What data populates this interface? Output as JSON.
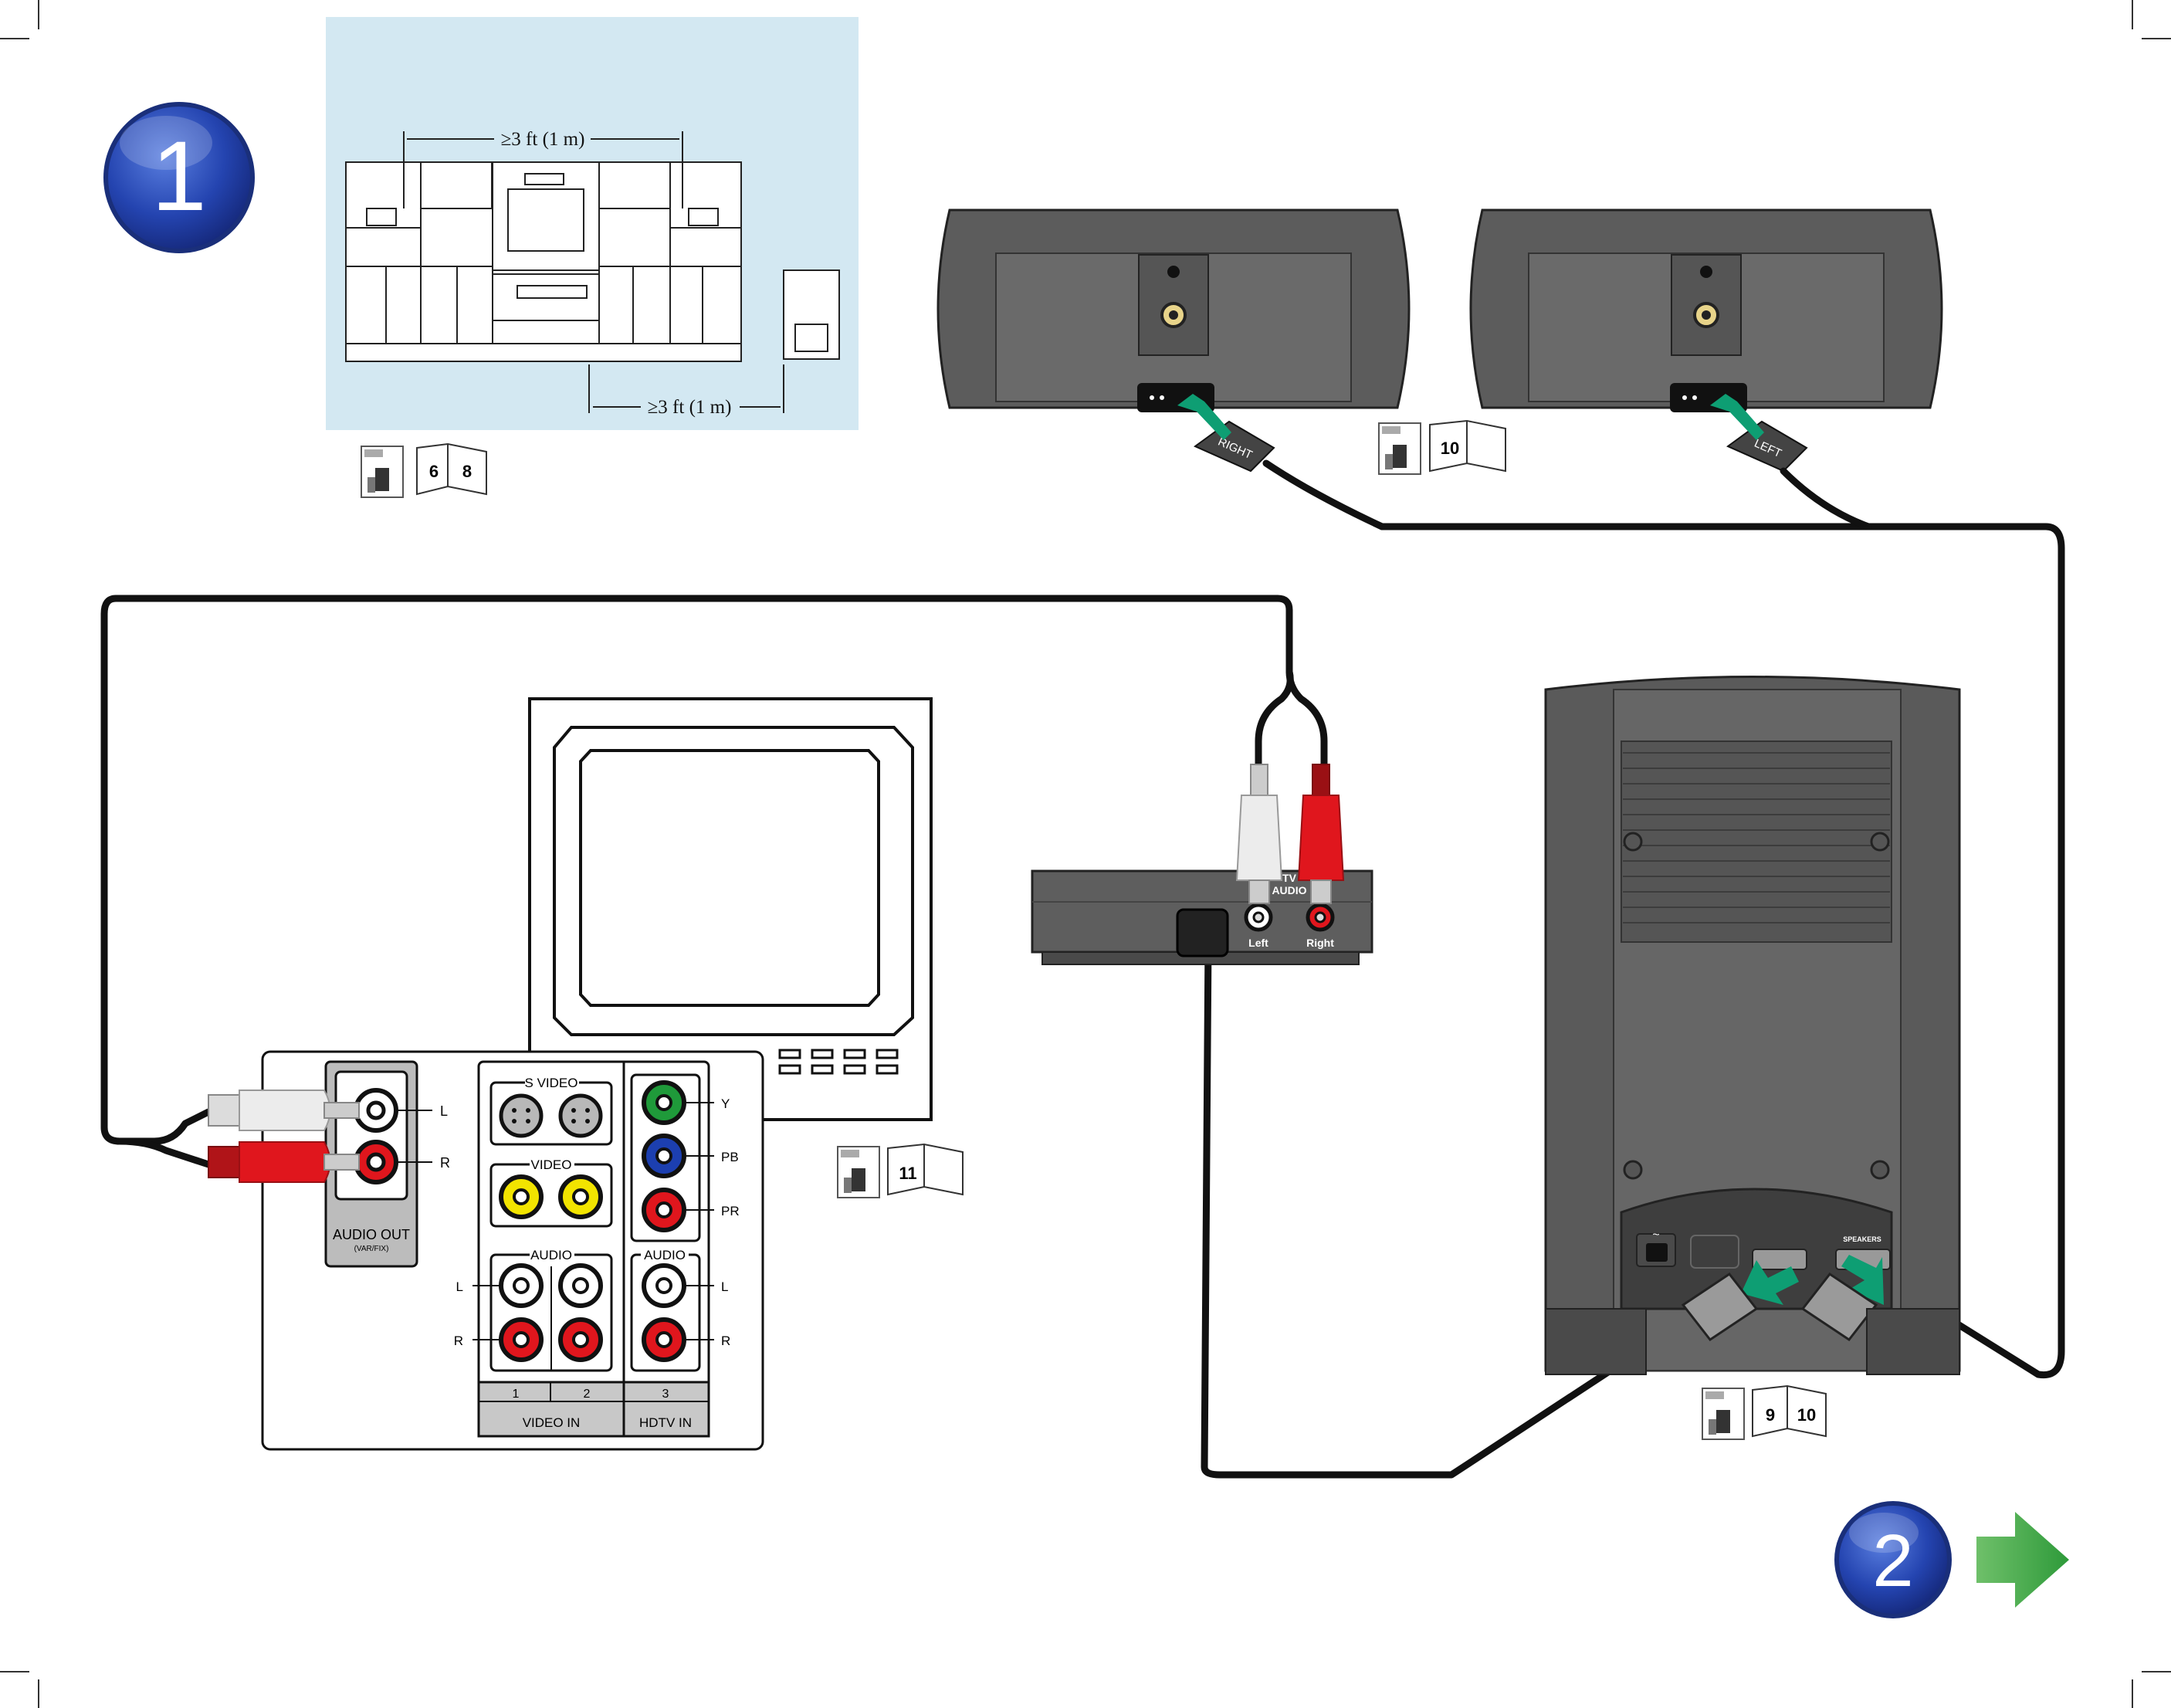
{
  "steps": {
    "step1": "1",
    "step2": "2"
  },
  "placement": {
    "dist_between": "≥3 ft (1 m)",
    "dist_bass": "≥3 ft (1 m)"
  },
  "refs": {
    "placement_pages": [
      "6",
      "8"
    ],
    "speaker_pages": [
      "10"
    ],
    "tv_pages": [
      "11"
    ],
    "module_pages": [
      "9",
      "10"
    ]
  },
  "speakers": {
    "right_label": "RIGHT",
    "left_label": "LEFT"
  },
  "interface": {
    "tv_audio": [
      "TV",
      "AUDIO"
    ],
    "left": "Left",
    "right": "Right"
  },
  "tv_panel": {
    "audio_out": "AUDIO OUT",
    "audio_out_sub": "(VAR/FIX)",
    "l": "L",
    "r": "R",
    "s_video": "S VIDEO",
    "video": "VIDEO",
    "audio": "AUDIO",
    "audio_hdtv": "AUDIO",
    "y": "Y",
    "pb": "PB",
    "pr": "PR",
    "col1": "1",
    "col2": "2",
    "col3": "3",
    "video_in": "VIDEO IN",
    "hdtv_in": "HDTV IN"
  },
  "module": {
    "ac_symbol": "~",
    "speakers_label": "SPEAKERS"
  },
  "colors": {
    "step_blue": "#1e3d9e",
    "panel_bg": "#d3e8f2",
    "speaker_grey": "#5c5c5c",
    "arrow_green": "#0e9e73",
    "next_arrow": "#3aa640",
    "rca_red": "#e0161d",
    "rca_white": "#e8e8e8",
    "rca_yellow": "#f2e400",
    "rca_green": "#1f9a3a",
    "rca_blue": "#1c3fb0"
  },
  "icons": [
    "manual-book-icon",
    "next-arrow-icon",
    "arrow-icon"
  ]
}
